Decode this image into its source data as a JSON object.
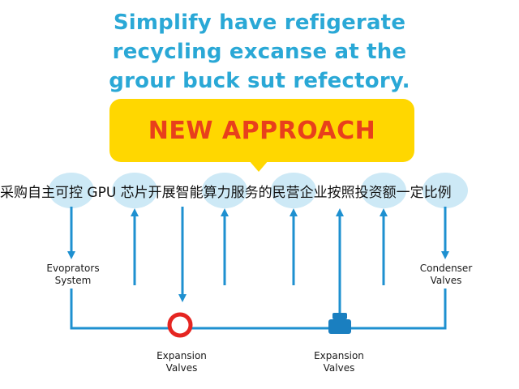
{
  "title": {
    "lines": [
      "Simplify have refigerate",
      "recycling excanse at the",
      "grour buck sut refectory."
    ]
  },
  "banner": {
    "text": "NEW APPROACH"
  },
  "overlay": {
    "text": "采购自主可控 GPU 芯片开展智能算力服务的民营企业按照投资额一定比例"
  },
  "labels": {
    "evaporators": [
      "Evoprators",
      "System"
    ],
    "condenser": [
      "Condenser",
      "Valves"
    ],
    "expansion_left": [
      "Expansion",
      "Valves"
    ],
    "expansion_right": [
      "Expansion",
      "Valves"
    ]
  },
  "colors": {
    "title": "#2aa8d6",
    "banner_bg": "#ffd700",
    "banner_text": "#e8401c",
    "lines": "#1e90d0",
    "bubbles": "#cde9f6",
    "valve_ring": "#e52521",
    "valve_body": "#1a7fc0"
  }
}
